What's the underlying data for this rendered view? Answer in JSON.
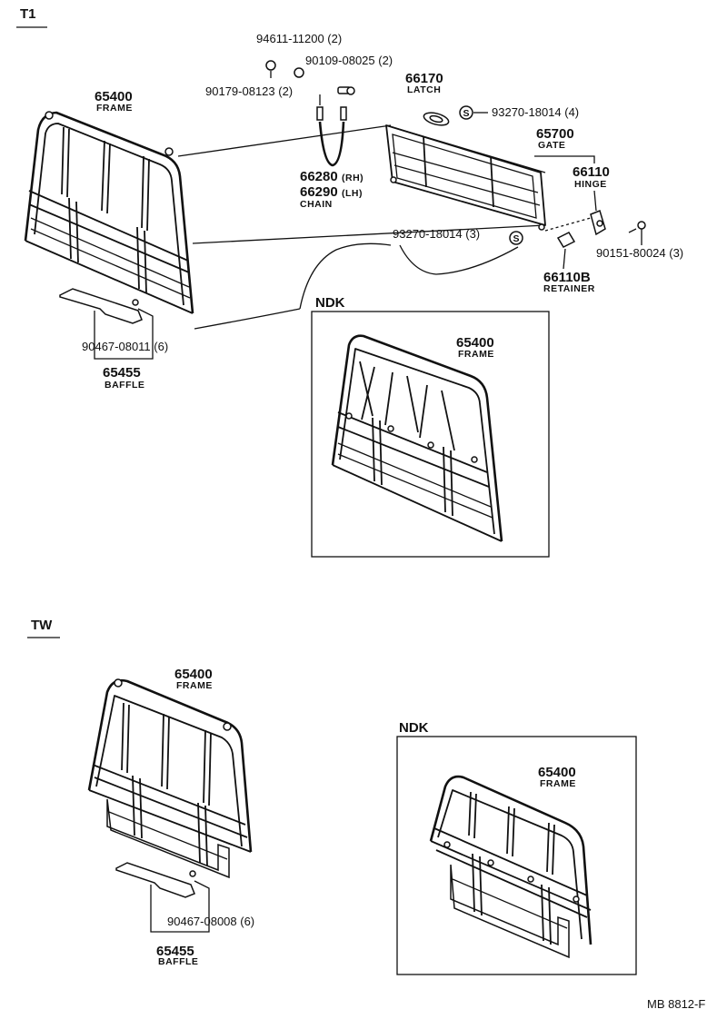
{
  "sections": {
    "t1": "T1",
    "tw": "TW"
  },
  "t1": {
    "frame": {
      "number": "65400",
      "caption": "FRAME"
    },
    "p94611": "94611-11200 (2)",
    "p90109": "90109-08025 (2)",
    "p90179": "90179-08123 (2)",
    "latch": {
      "number": "66170",
      "caption": "LATCH"
    },
    "p93270_top": "93270-18014 (4)",
    "gate": {
      "number": "65700",
      "caption": "GATE"
    },
    "hinge": {
      "number": "66110",
      "caption": "HINGE"
    },
    "chain": {
      "number_rh": "66280",
      "suffix_rh": "(RH)",
      "number_lh": "66290",
      "suffix_lh": "(LH)",
      "caption": "CHAIN"
    },
    "p93270_mid": "93270-18014 (3)",
    "p90151": "90151-80024 (3)",
    "retainer": {
      "number": "66110B",
      "caption": "RETAINER"
    },
    "p90467": "90467-08011 (6)",
    "baffle": {
      "number": "65455",
      "caption": "BAFFLE"
    },
    "ndk": {
      "title": "NDK",
      "frame_number": "65400",
      "frame_caption": "FRAME"
    }
  },
  "tw": {
    "frame": {
      "number": "65400",
      "caption": "FRAME"
    },
    "p90467": "90467-08008 (6)",
    "baffle": {
      "number": "65455",
      "caption": "BAFFLE"
    },
    "ndk": {
      "title": "NDK",
      "frame_number": "65400",
      "frame_caption": "FRAME"
    }
  },
  "s_symbol": "S",
  "reference": "MB 8812-F"
}
